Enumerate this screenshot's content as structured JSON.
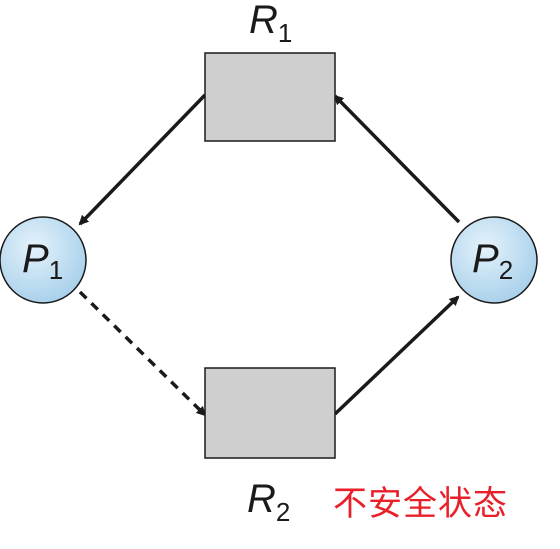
{
  "diagram": {
    "nodes": {
      "r1": {
        "main": "R",
        "sub": "1",
        "kind": "resource"
      },
      "r2": {
        "main": "R",
        "sub": "2",
        "kind": "resource"
      },
      "p1": {
        "main": "P",
        "sub": "1",
        "kind": "process"
      },
      "p2": {
        "main": "P",
        "sub": "2",
        "kind": "process"
      }
    },
    "edges": [
      {
        "from": "R1",
        "to": "P1",
        "style": "solid"
      },
      {
        "from": "P1",
        "to": "R2",
        "style": "dashed"
      },
      {
        "from": "R2",
        "to": "P2",
        "style": "solid"
      },
      {
        "from": "P2",
        "to": "R1",
        "style": "solid"
      }
    ],
    "caption": "不安全状态"
  },
  "colors": {
    "resource_fill": "#cfcfcf",
    "process_fill": "#b4d8f0",
    "stroke": "#1a1a1a",
    "caption": "#e8202a"
  }
}
